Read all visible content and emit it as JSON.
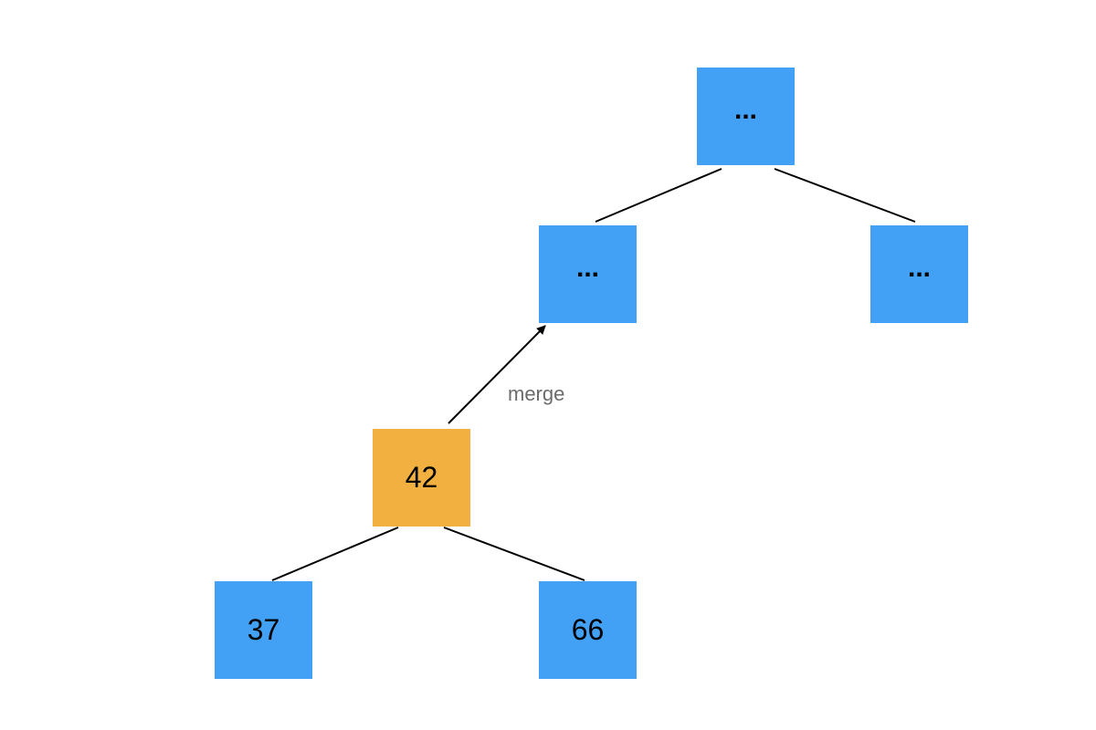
{
  "colors": {
    "node_default": "#42a1f4",
    "node_highlight": "#f2b041",
    "edge": "#000000",
    "label": "#6b6b6b"
  },
  "nodes": {
    "root": {
      "label": "..."
    },
    "mid_left": {
      "label": "..."
    },
    "mid_right": {
      "label": "..."
    },
    "current": {
      "label": "42"
    },
    "leaf_left": {
      "label": "37"
    },
    "leaf_right": {
      "label": "66"
    }
  },
  "edges": {
    "merge_label": "merge"
  }
}
